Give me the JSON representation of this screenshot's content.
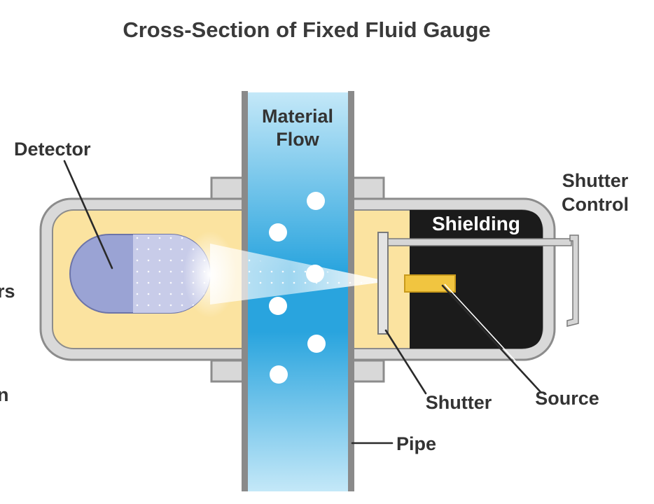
{
  "title": "Cross-Section of Fixed Fluid Gauge",
  "labels": {
    "detector": "Detector",
    "material_flow_line1": "Material",
    "material_flow_line2": "Flow",
    "shielding": "Shielding",
    "shutter_control_line1": "Shutter",
    "shutter_control_line2": "Control",
    "shutter": "Shutter",
    "source": "Source",
    "pipe": "Pipe",
    "cut_left_1": "rs",
    "cut_left_2": "n"
  },
  "colors": {
    "housing_fill": "#fbe3a0",
    "housing_border": "#8c8c8c",
    "shielding": "#1b1b1b",
    "detector": "#9aa3d4",
    "flow_light": "#b8e2f6",
    "flow_center": "#2aa6df",
    "pipe_wall": "#8a8a8a",
    "source": "#f1c540",
    "text": "#333333"
  }
}
